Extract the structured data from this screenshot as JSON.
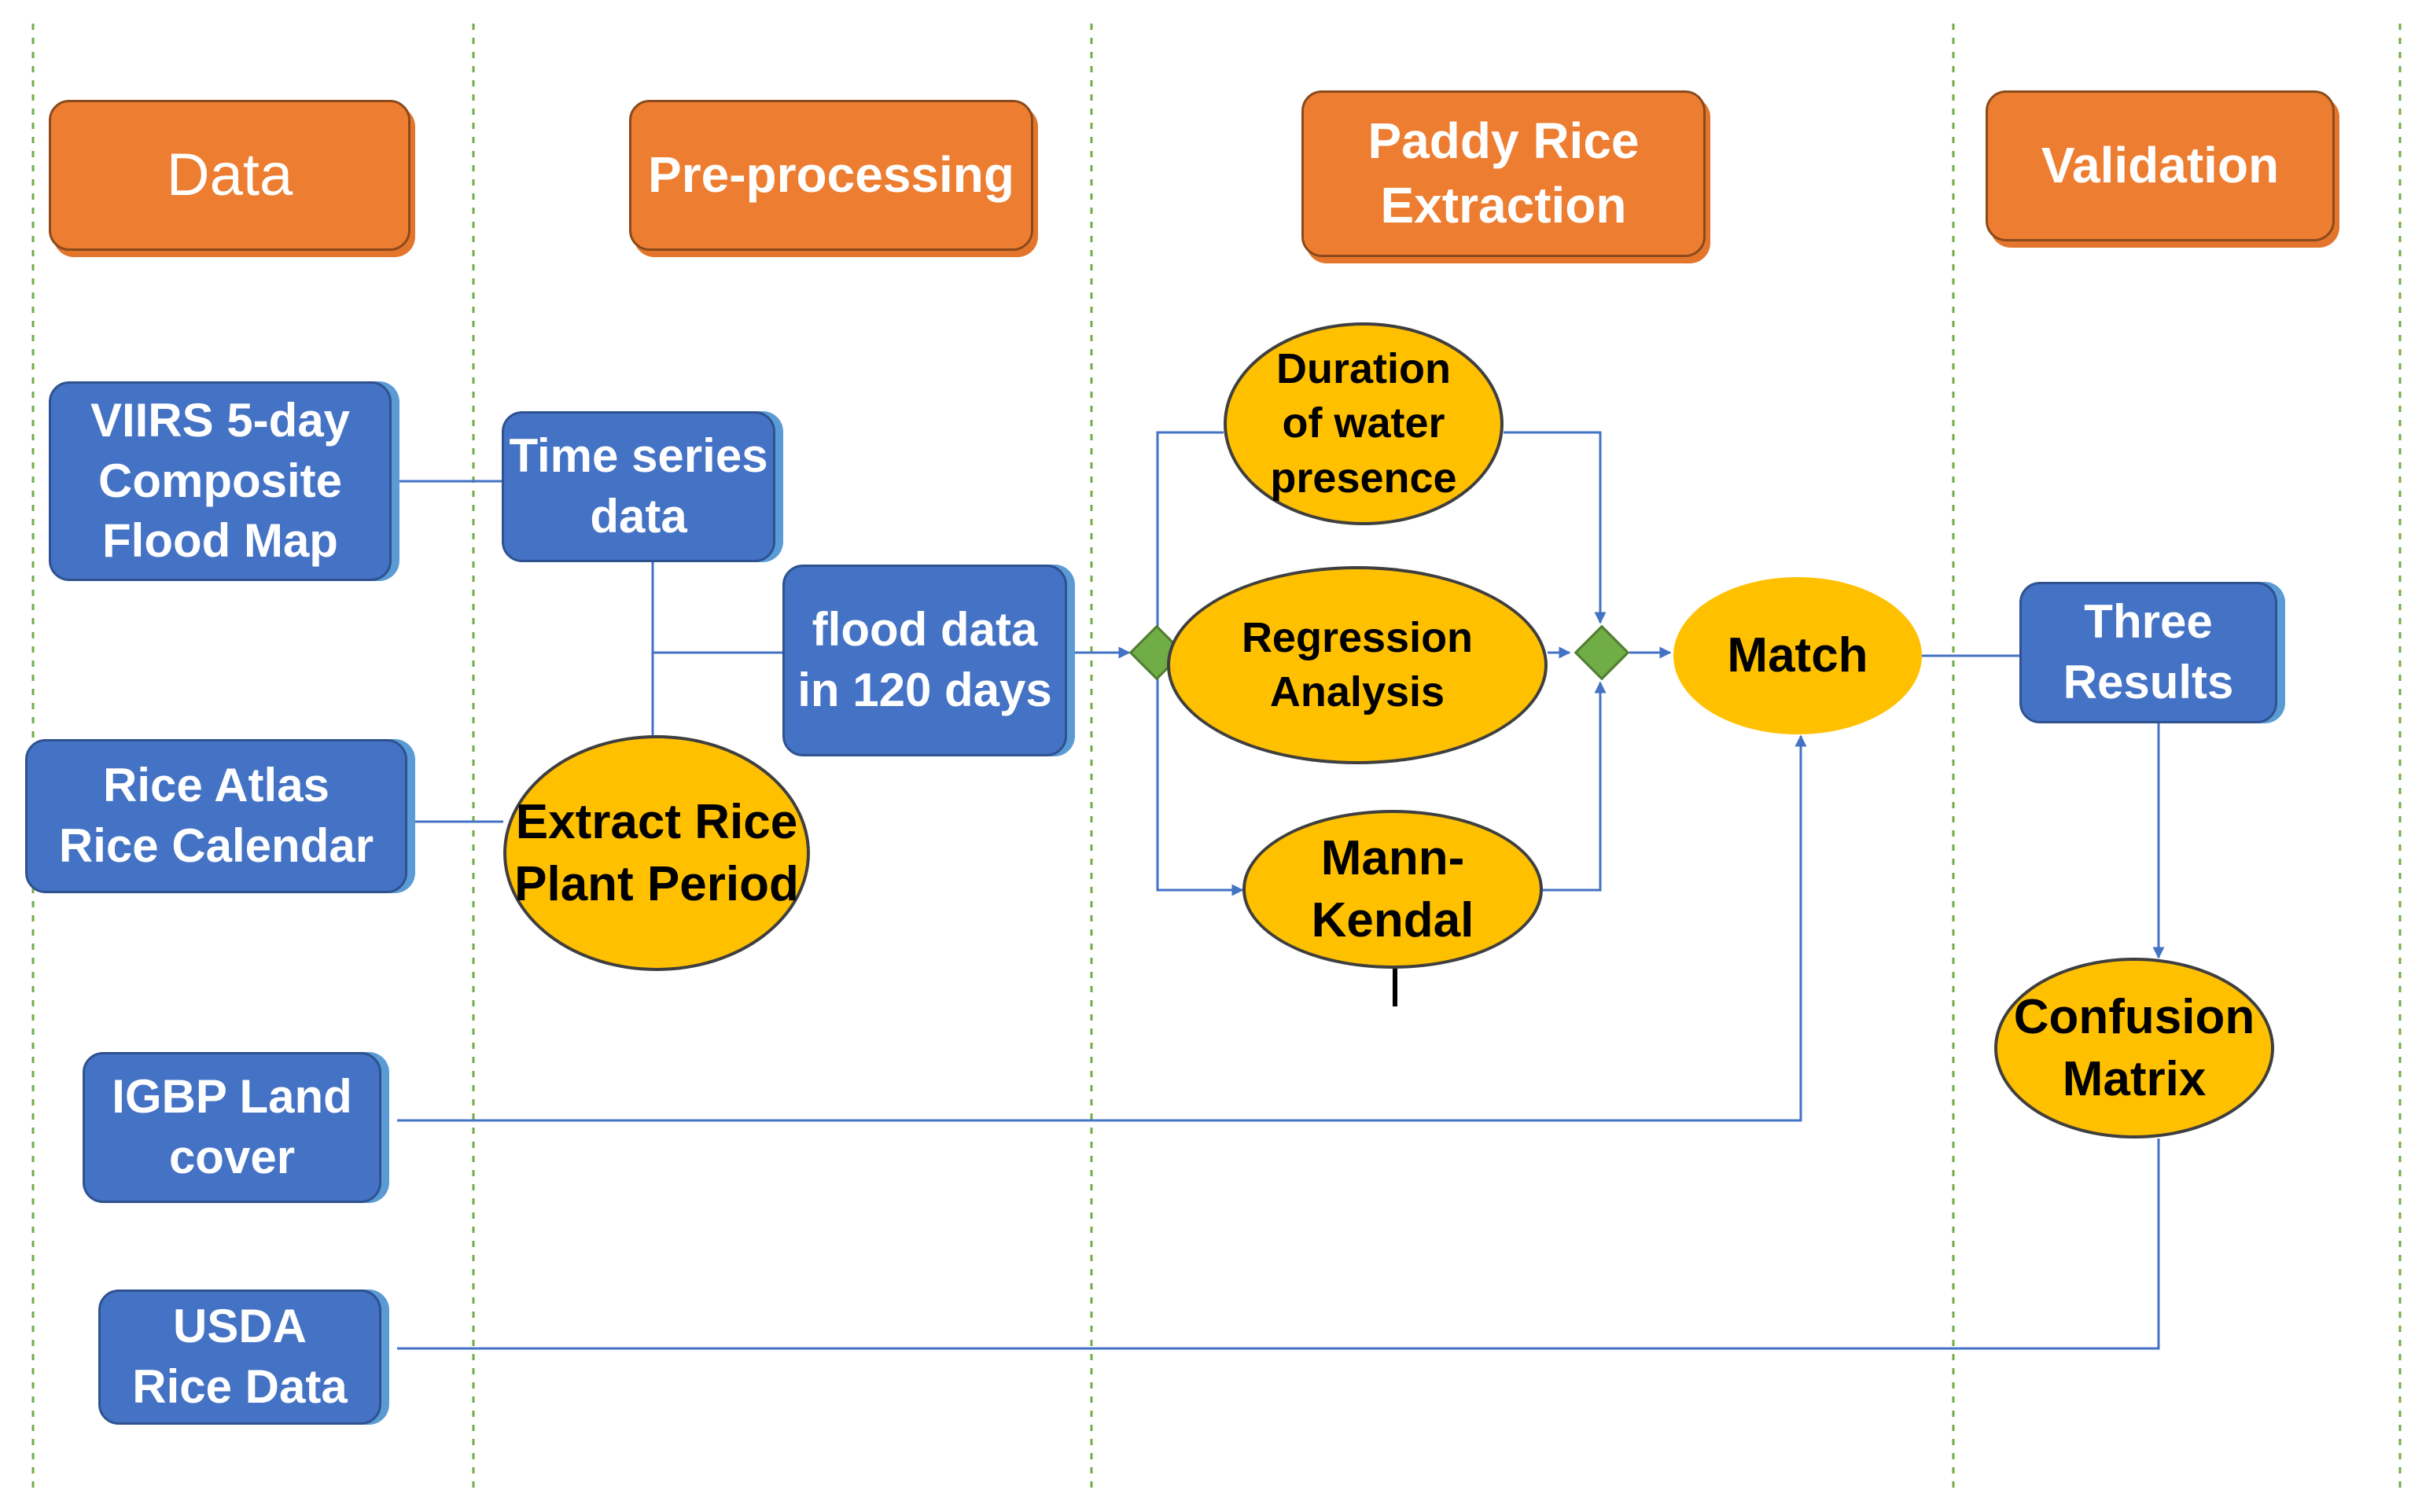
{
  "lanes": [
    {
      "header": "Data"
    },
    {
      "header": "Pre-processing"
    },
    {
      "header": "Paddy Rice\nExtraction"
    },
    {
      "header": "Validation"
    }
  ],
  "nodes": {
    "viirs": "VIIRS 5-day\nComposite\nFlood Map",
    "rice_atlas": "Rice Atlas\nRice Calendar",
    "igbp": "IGBP Land\ncover",
    "usda": "USDA\nRice Data",
    "time_series": "Time series\ndata",
    "extract_rice": "Extract Rice\nPlant Period",
    "flood_data": "flood data\nin 120 days",
    "duration": "Duration\nof water\npresence",
    "regression": "Regression\nAnalysis",
    "mann_kendal": "Mann-\nKendal",
    "match": "Match",
    "three_results": "Three\nResults",
    "confusion": "Confusion\nMatrix"
  },
  "colors": {
    "header_fill": "#ed7d31",
    "box_fill": "#4472c4",
    "oval_fill": "#ffc000",
    "diamond_fill": "#70ad47",
    "connector": "#4472c4",
    "lane_divider": "#70ad47"
  }
}
